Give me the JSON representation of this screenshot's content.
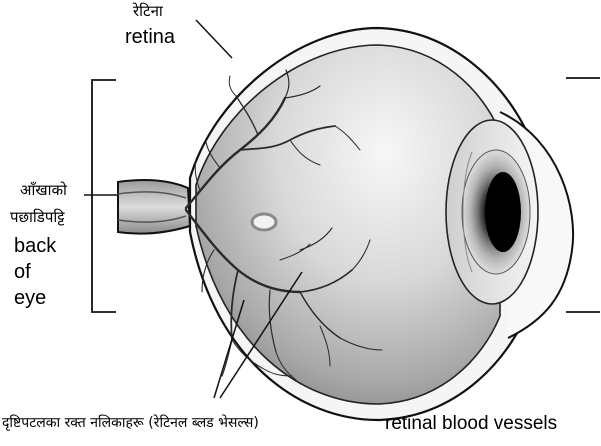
{
  "labels": {
    "retina_ne": "रेटिना",
    "retina_en": "retina",
    "back_ne_1": "आँखाको",
    "back_ne_2": "पछाडिपट्टि",
    "back_en_1": "back",
    "back_en_2": "of",
    "back_en_3": "eye",
    "vessels_ne": "दृष्टिपटलका रक्त नलिकाहरू (रेटिनल ब्लड भेसल्स)",
    "vessels_en": "retinal blood vessels"
  },
  "colors": {
    "outline": "#111111",
    "eyeball_light": "#f2f2f2",
    "eyeball_dark": "#8a8a8a",
    "vessel": "#2a2a2a",
    "pupil": "#000000"
  }
}
